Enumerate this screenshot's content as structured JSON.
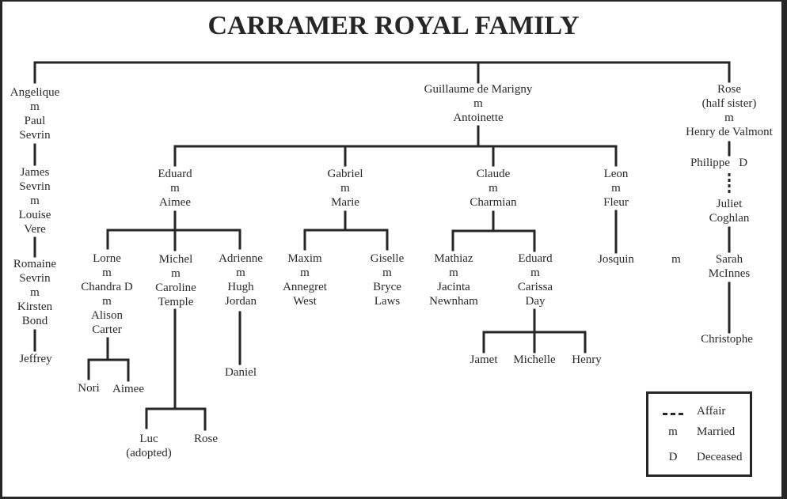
{
  "title": "CARRAMER ROYAL FAMILY",
  "nodes": {
    "angelique": [
      "Angelique",
      "m",
      "Paul",
      "Sevrin"
    ],
    "james": [
      "James",
      "Sevrin",
      "m",
      "Louise",
      "Vere"
    ],
    "romaine": [
      "Romaine",
      "Sevrin",
      "m",
      "Kirsten",
      "Bond"
    ],
    "jeffrey": [
      "Jeffrey"
    ],
    "guillaume": [
      "Guillaume de Marigny",
      "m",
      "Antoinette"
    ],
    "rose_half": [
      "Rose",
      "(half sister)",
      "m",
      "Henry de Valmont"
    ],
    "philippe": [
      "Philippe",
      "D"
    ],
    "juliet": [
      "Juliet",
      "Coghlan"
    ],
    "sarah": [
      "Sarah",
      "McInnes"
    ],
    "sarah_m": [
      "m"
    ],
    "christophe": [
      "Christophe"
    ],
    "eduard": [
      "Eduard",
      "m",
      "Aimee"
    ],
    "gabriel": [
      "Gabriel",
      "m",
      "Marie"
    ],
    "claude": [
      "Claude",
      "m",
      "Charmian"
    ],
    "leon": [
      "Leon",
      "m",
      "Fleur"
    ],
    "lorne": [
      "Lorne",
      "m",
      "Chandra D",
      "m",
      "Alison",
      "Carter"
    ],
    "michel": [
      "Michel",
      "m",
      "Caroline",
      "Temple"
    ],
    "adrienne": [
      "Adrienne",
      "m",
      "Hugh",
      "Jordan"
    ],
    "maxim": [
      "Maxim",
      "m",
      "Annegret",
      "West"
    ],
    "giselle": [
      "Giselle",
      "m",
      "Bryce",
      "Laws"
    ],
    "mathiaz": [
      "Mathiaz",
      "m",
      "Jacinta",
      "Newnham"
    ],
    "eduard2": [
      "Eduard",
      "m",
      "Carissa",
      "Day"
    ],
    "josquin": [
      "Josquin"
    ],
    "nori": [
      "Nori"
    ],
    "aimee2": [
      "Aimee"
    ],
    "daniel": [
      "Daniel"
    ],
    "luc": [
      "Luc",
      "(adopted)"
    ],
    "rose2": [
      "Rose"
    ],
    "jamet": [
      "Jamet"
    ],
    "michelle": [
      "Michelle"
    ],
    "henry": [
      "Henry"
    ]
  },
  "legend": {
    "items": [
      {
        "symbol": "----",
        "label": "Affair"
      },
      {
        "symbol": "m",
        "label": "Married"
      },
      {
        "symbol": "D",
        "label": "Deceased"
      }
    ]
  }
}
